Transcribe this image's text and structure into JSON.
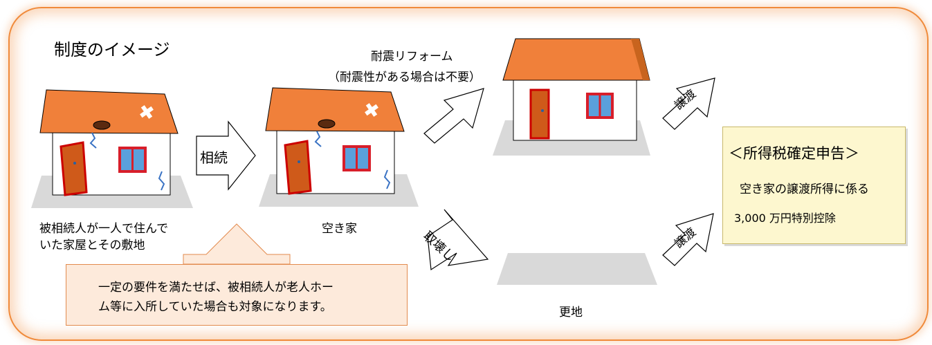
{
  "title": "制度のイメージ",
  "steps": {
    "original_label_1": "被相続人が一人で住んで",
    "original_label_2": "いた家屋とその敷地",
    "inherit_arrow": "相続",
    "vacant_label": "空き家",
    "reform_label_1": "耐震リフォーム",
    "reform_label_2": "（耐震性がある場合は不要）",
    "demolish_arrow": "取壊し",
    "vacant_land_label": "更地",
    "transfer_arrow_top": "譲渡",
    "transfer_arrow_bottom": "譲渡"
  },
  "note": {
    "line1": "一定の要件を満たせば、被相続人が老人ホー",
    "line2": "ム等に入所していた場合も対象になります。"
  },
  "result": {
    "heading": "＜所得税確定申告＞",
    "line1": "空き家の譲渡所得に係る",
    "line2": "3,000 万円特別控除"
  },
  "colors": {
    "frame": "#f08a3a",
    "roof": "#f0803a",
    "window": "#5aa0dc",
    "window_frame": "#d81e2a",
    "door": "#cf5a1a",
    "note_fill": "#fdeadb",
    "result_fill": "#fdf7cf"
  }
}
